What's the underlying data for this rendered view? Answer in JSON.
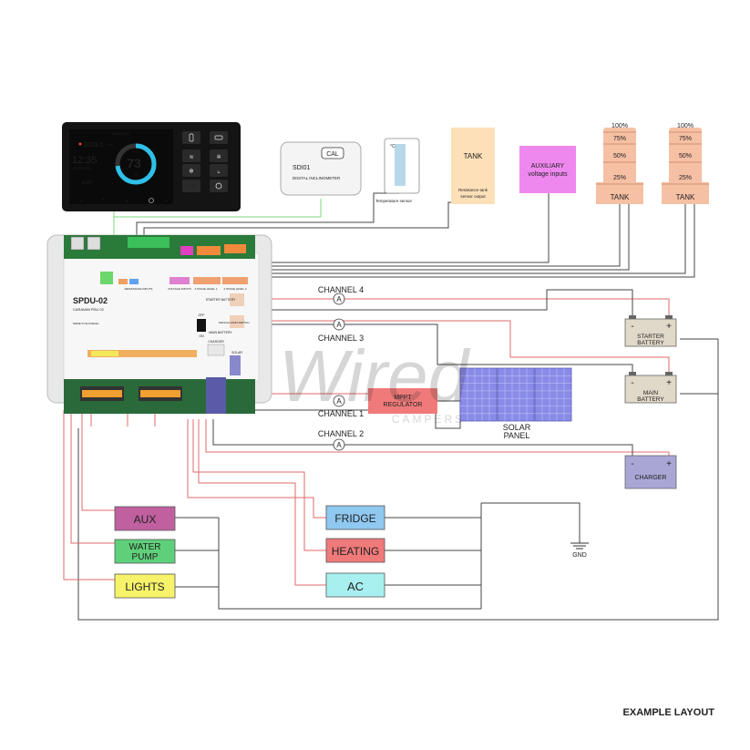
{
  "display": {
    "brand": "SIMARINE",
    "pressure": "1013.1",
    "pressure_unit": "hPa",
    "time": "12:35",
    "date": "25/06/2021",
    "temp": "9.30°",
    "gauge_value": "73",
    "gauge_unit": "%",
    "aux_label": "AUX"
  },
  "sensors": {
    "inclinometer_cal": "CAL",
    "inclinometer_name": "SDI01",
    "inclinometer_desc": "DIGITAL INCLINOMETER",
    "temp_symbol": "°C",
    "temp_label": "Temperature sensor",
    "tank_title": "TANK",
    "tank_desc_1": "Resistance tank",
    "tank_desc_2": "sensor output",
    "aux_title_1": "AUXILIARY",
    "aux_title_2": "voltage inputs"
  },
  "tanks": [
    {
      "label": "TANK",
      "levels": [
        "100%",
        "75%",
        "50%",
        "25%"
      ]
    },
    {
      "label": "TANK",
      "levels": [
        "100%",
        "75%",
        "50%",
        "25%"
      ]
    }
  ],
  "pdu": {
    "model": "SPDU-02",
    "subtitle": "CARAVAN PDU 02",
    "origin": "MADE IN SLOVENIA",
    "resistance_inputs": "RESISTANCE INPUTS",
    "voltage_inputs": "VOLTAGE INPUTS",
    "stage1": "4 STAGE LEVEL 1",
    "stage2": "4 STAGE LEVEL 2",
    "starter_battery": "STARTER BATTERY",
    "main_battery": "MAIN BATTERY",
    "manual_switch": "MANUAL MAIN SWITCH",
    "off": "OFF",
    "on": "ON",
    "charger": "CHARGER",
    "solar": "SOLAR"
  },
  "channels": {
    "ch4": "CHANNEL 4",
    "ch3": "CHANNEL 3",
    "ch1": "CHANNEL 1",
    "ch2": "CHANNEL 2",
    "ammeter": "A"
  },
  "batteries": {
    "starter_1": "STARTER",
    "starter_2": "BATTERY",
    "main_1": "MAIN",
    "main_2": "BATTERY",
    "minus": "-",
    "plus": "+"
  },
  "mppt": {
    "line1": "MPPT",
    "line2": "REGULATOR"
  },
  "solar": {
    "line1": "SOLAR",
    "line2": "PANEL"
  },
  "charger": {
    "label": "CHARGER",
    "minus": "-",
    "plus": "+"
  },
  "loads": {
    "aux": "AUX",
    "water_1": "WATER",
    "water_2": "PUMP",
    "lights": "LIGHTS",
    "fridge": "FRIDGE",
    "heating": "HEATING",
    "ac": "AC"
  },
  "gnd": "GND",
  "watermark_1": "Wired",
  "watermark_2": "CAMPERS",
  "footer": "EXAMPLE LAYOUT",
  "colors": {
    "aux": "#c0609f",
    "water": "#5fd07a",
    "lights": "#f6f26a",
    "fridge": "#8fc8f0",
    "heating": "#f07a7a",
    "ac": "#a8f0ef",
    "charger": "#a9a6d6",
    "battery": "#e0d8c8",
    "mppt": "#f07a7a",
    "tank_peach": "#f6c0a4",
    "aux_input": "#ee88ee",
    "tank_sensor": "#fde0b8",
    "wire_red": "#e06a6a",
    "wire_dark": "#333333",
    "wire_green": "#7dd87d"
  }
}
